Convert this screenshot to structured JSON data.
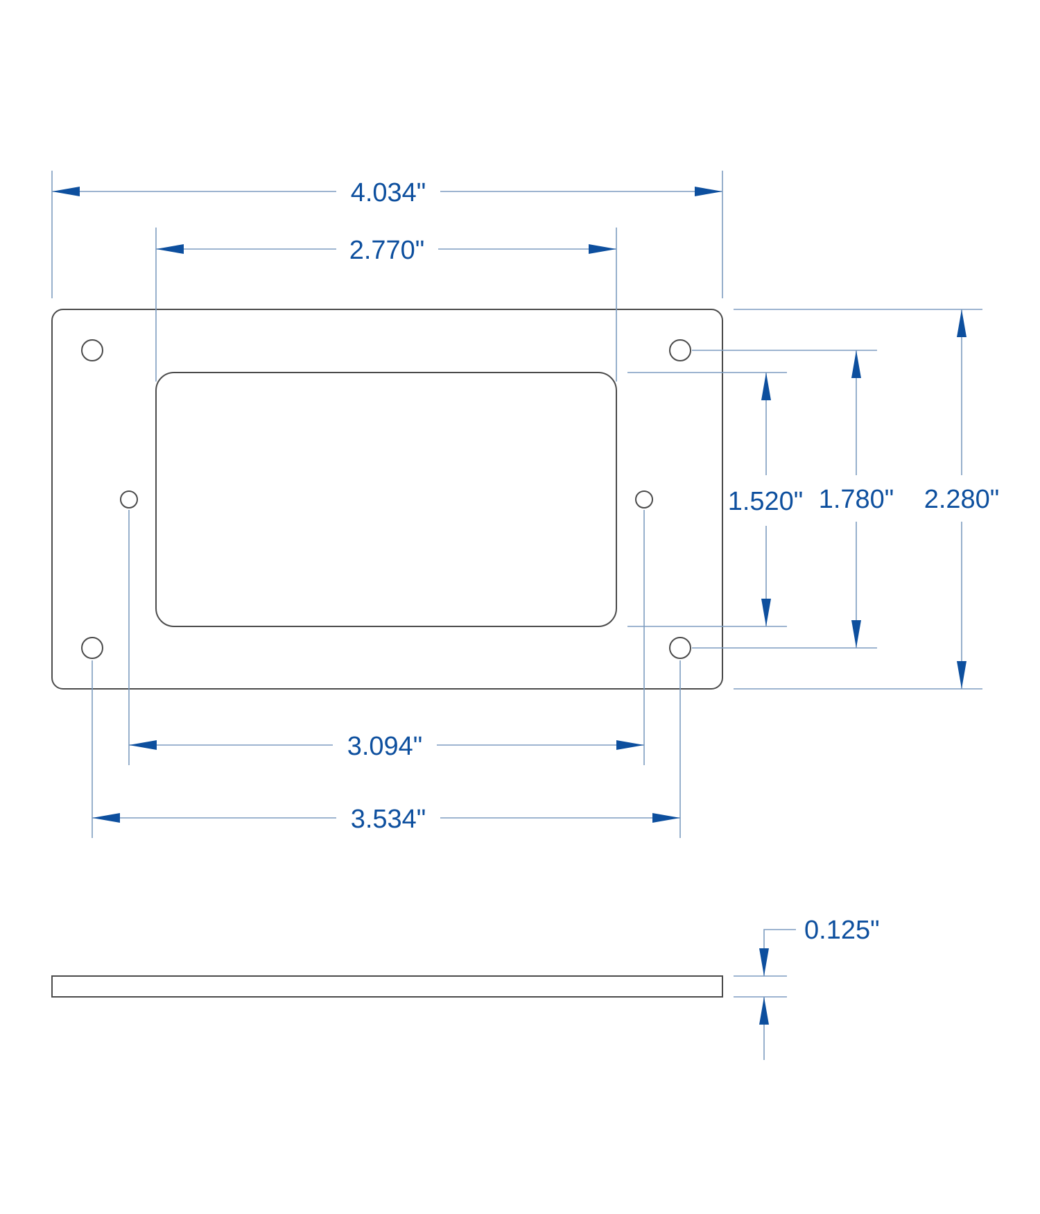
{
  "diagram": {
    "accent_color": "#0d4f9e",
    "line_color": "#7d9cc0",
    "outline_color": "#4a4a4a",
    "dimensions": {
      "overall_width": "4.034\"",
      "cutout_width": "2.770\"",
      "inner_hole_spacing": "3.094\"",
      "outer_hole_spacing": "3.534\"",
      "cutout_height": "1.520\"",
      "hole_vertical_spacing": "1.780\"",
      "overall_height": "2.280\"",
      "thickness": "0.125\""
    }
  }
}
